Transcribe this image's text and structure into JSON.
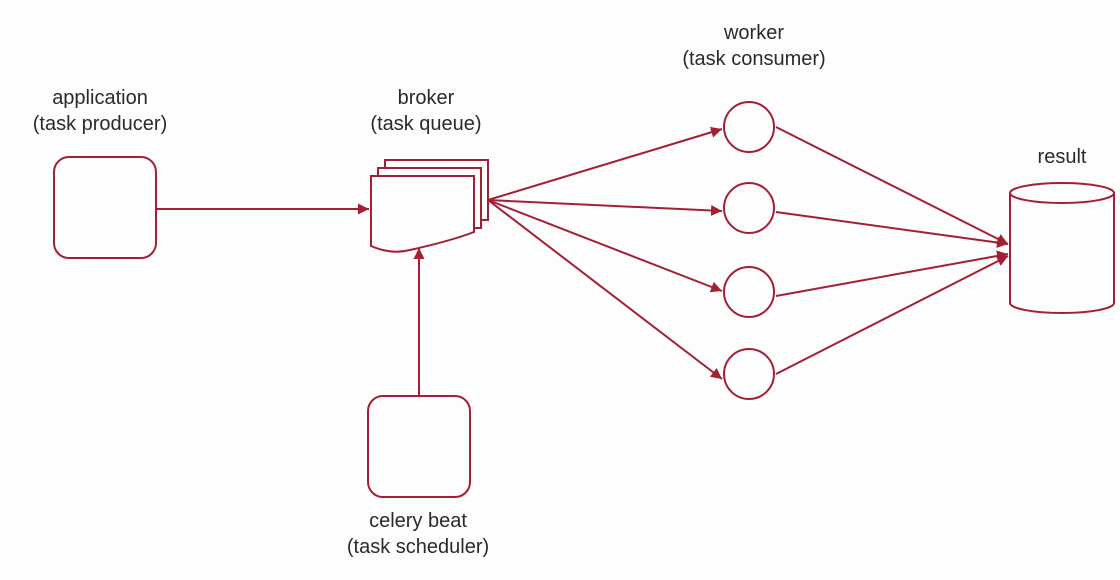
{
  "colors": {
    "stroke": "#a31f34",
    "text": "#2a2a2a",
    "background": "#fdfdfd"
  },
  "labels": {
    "application": {
      "line1": "application",
      "line2": "(task producer)"
    },
    "broker": {
      "line1": "broker",
      "line2": "(task queue)"
    },
    "worker": {
      "line1": "worker",
      "line2": "(task consumer)"
    },
    "result": {
      "line1": "result"
    },
    "scheduler": {
      "line1": "celery beat",
      "line2": "(task scheduler)"
    }
  },
  "shapes": {
    "application": "rounded-square",
    "broker": "document-stack",
    "workers": [
      "circle",
      "circle",
      "circle",
      "circle"
    ],
    "result": "database-cylinder",
    "scheduler": "rounded-square"
  },
  "edges": [
    {
      "from": "application",
      "to": "broker"
    },
    {
      "from": "scheduler",
      "to": "broker"
    },
    {
      "from": "broker",
      "to": "worker-1"
    },
    {
      "from": "broker",
      "to": "worker-2"
    },
    {
      "from": "broker",
      "to": "worker-3"
    },
    {
      "from": "broker",
      "to": "worker-4"
    },
    {
      "from": "worker-1",
      "to": "result"
    },
    {
      "from": "worker-2",
      "to": "result"
    },
    {
      "from": "worker-3",
      "to": "result"
    },
    {
      "from": "worker-4",
      "to": "result"
    }
  ]
}
